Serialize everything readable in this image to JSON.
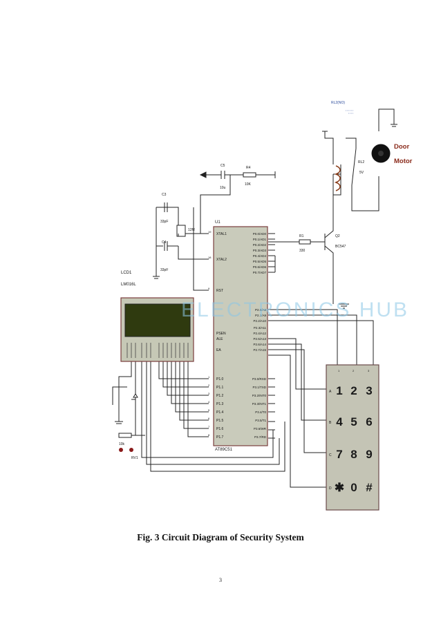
{
  "watermark": "ELECTRONICS HUB",
  "motor": {
    "label_line1": "Door",
    "label_line2": "Motor"
  },
  "relay": {
    "ref": "RL2",
    "value": "5V",
    "model": "RL2(NO)"
  },
  "transistor": {
    "ref": "Q2",
    "model": "BC547"
  },
  "resistor_base": {
    "ref": "R1",
    "value": "330"
  },
  "reset_cap": {
    "ref": "C5",
    "value": "10u"
  },
  "reset_res": {
    "ref": "R4",
    "value": "10K"
  },
  "crystal": {
    "value": "12M"
  },
  "cap_c3": {
    "ref": "C3",
    "value": "33pF"
  },
  "cap_c4": {
    "ref": "C4",
    "value": "33pF"
  },
  "mcu": {
    "ref": "U1",
    "model": "AT89C51",
    "left_pins": [
      "XTAL1",
      "XTAL2",
      "RST",
      "PSEN",
      "ALE",
      "EA",
      "P1.0",
      "P1.1",
      "P1.2",
      "P1.3",
      "P1.4",
      "P1.5",
      "P1.6",
      "P1.7"
    ],
    "left_pin_numbers": [
      "19",
      "18",
      "9",
      "",
      "",
      "",
      "1",
      "2",
      "3",
      "4",
      "5",
      "6",
      "7",
      "8"
    ],
    "right_pins": [
      "P0.0/AD0",
      "P0.1/AD1",
      "P0.2/AD2",
      "P0.3/AD3",
      "P0.4/AD4",
      "P0.5/AD5",
      "P0.6/AD6",
      "P0.7/AD7",
      "P2.0/A8",
      "P2.1/A9",
      "P2.2/A10",
      "P2.3/A11",
      "P2.4/A12",
      "P2.5/A13",
      "P2.6/A14",
      "P2.7/A15",
      "P3.0/RXD",
      "P3.1/TXD",
      "P3.2/INT0",
      "P3.3/INT1",
      "P3.4/T0",
      "P3.5/T1",
      "P3.6/WR",
      "P3.7/RD"
    ]
  },
  "lcd": {
    "ref": "LCD1",
    "model": "LM016L"
  },
  "pot": {
    "ref": "RV1",
    "value": "10k"
  },
  "keypad": {
    "col_labels": [
      "1",
      "2",
      "3"
    ],
    "row_labels": [
      "A",
      "B",
      "C",
      "D"
    ],
    "keys": [
      "1",
      "2",
      "3",
      "4",
      "5",
      "6",
      "7",
      "8",
      "9",
      "✱",
      "0",
      "#"
    ]
  },
  "caption": "Fig. 3 Circuit Diagram of Security System",
  "page_number": "3"
}
